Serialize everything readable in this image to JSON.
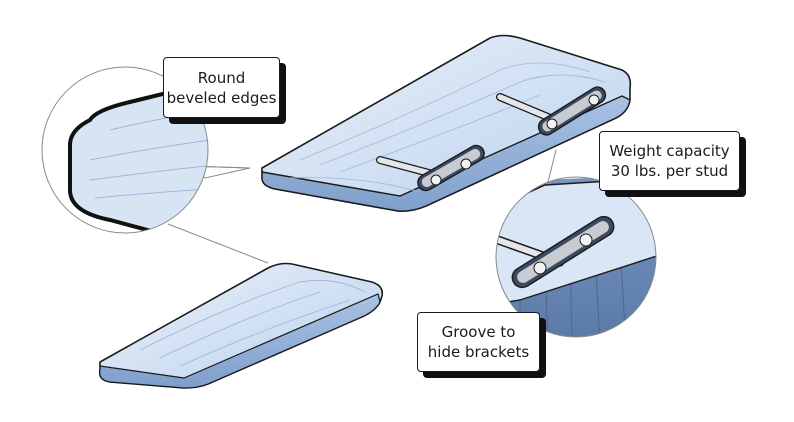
{
  "callouts": {
    "edges": {
      "line1": "Round",
      "line2": "beveled edges"
    },
    "weight": {
      "line1": "Weight capacity",
      "line2": "30 lbs. per stud"
    },
    "groove": {
      "line1": "Groove to",
      "line2": "hide brackets"
    }
  },
  "colors": {
    "wood_light": "#dbe8f6",
    "wood_mid": "#b3cbe8",
    "wood_shadow": "#7f9fcb",
    "wall": "#6f8db9",
    "outline": "#1b1b1b",
    "metal": "#c8ccd2"
  }
}
